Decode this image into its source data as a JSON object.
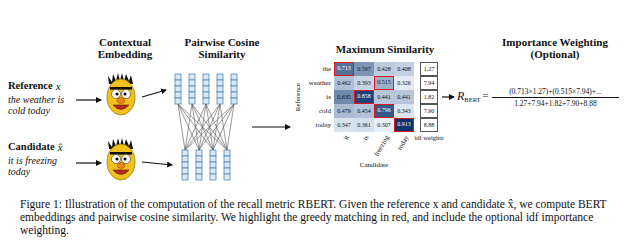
{
  "diagram": {
    "caption": "Figure 1: Illustration of the computation of the recall metric RBERT. Given the reference x and candidate x̂, we compute BERT embeddings and pairwise cosine similarity. We highlight the greedy matching in red, and include the optional idf importance weighting.",
    "labels": [
      "Contextual Embedding",
      "Pairwise Cosine Similarity",
      "Maximum Similarity",
      "Importance Weighting (Optional)",
      "Reference",
      "x",
      "the weather is cold today",
      "Candidate",
      "x̂",
      "it is freezing today",
      "Reference",
      "the",
      "weather",
      "is",
      "cold",
      "today",
      "it",
      "is",
      "freezing",
      "today",
      "Candidate",
      "0.713",
      "0.597",
      "0.428",
      "0.408",
      "0.462",
      "0.393",
      "0.515",
      "0.326",
      "0.635",
      "0.858",
      "0.441",
      "0.441",
      "0.479",
      "0.454",
      "0.796",
      "0.343",
      "0.347",
      "0.361",
      "0.307",
      "0.913",
      "idf weights",
      "1.27",
      "7.94",
      "1.82",
      "7.90",
      "8.88",
      "R",
      "BERT",
      "=",
      "(0.713×1.27)+(0.515×7.94)+...",
      "1.27+7.94+1.82+7.90+8.88"
    ]
  }
}
